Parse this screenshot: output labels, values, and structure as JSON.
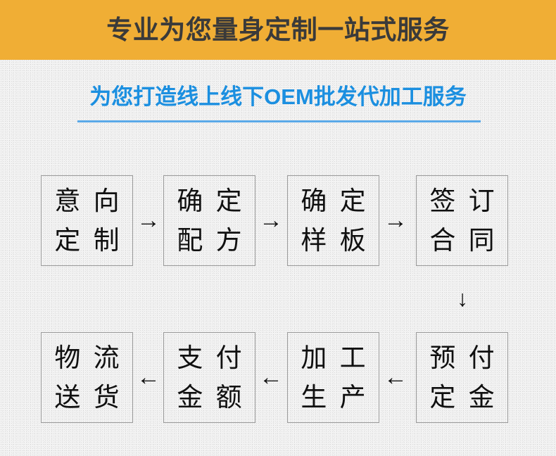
{
  "banner": {
    "title": "专业为您量身定制一站式服务",
    "background_color": "#f0ae35",
    "text_color": "#3a3a3a"
  },
  "subtitle": {
    "text": "为您打造线上线下OEM批发代加工服务",
    "text_color": "#1b8fe0",
    "rule_color": "#5aa9e8"
  },
  "page": {
    "background_color": "#f2f2f2"
  },
  "flow": {
    "box_border_color": "#9a9a9a",
    "arrow_right_glyph": "→",
    "arrow_left_glyph": "←",
    "arrow_down_glyph": "↓",
    "top_row": [
      {
        "line1": "意 向",
        "line2": "定 制"
      },
      {
        "line1": "确 定",
        "line2": "配 方"
      },
      {
        "line1": "确 定",
        "line2": "样 板"
      },
      {
        "line1": "签 订",
        "line2": "合 同"
      }
    ],
    "bottom_row": [
      {
        "line1": "物 流",
        "line2": "送 货"
      },
      {
        "line1": "支 付",
        "line2": "金 额"
      },
      {
        "line1": "加 工",
        "line2": "生 产"
      },
      {
        "line1": "预 付",
        "line2": "定 金"
      }
    ]
  }
}
